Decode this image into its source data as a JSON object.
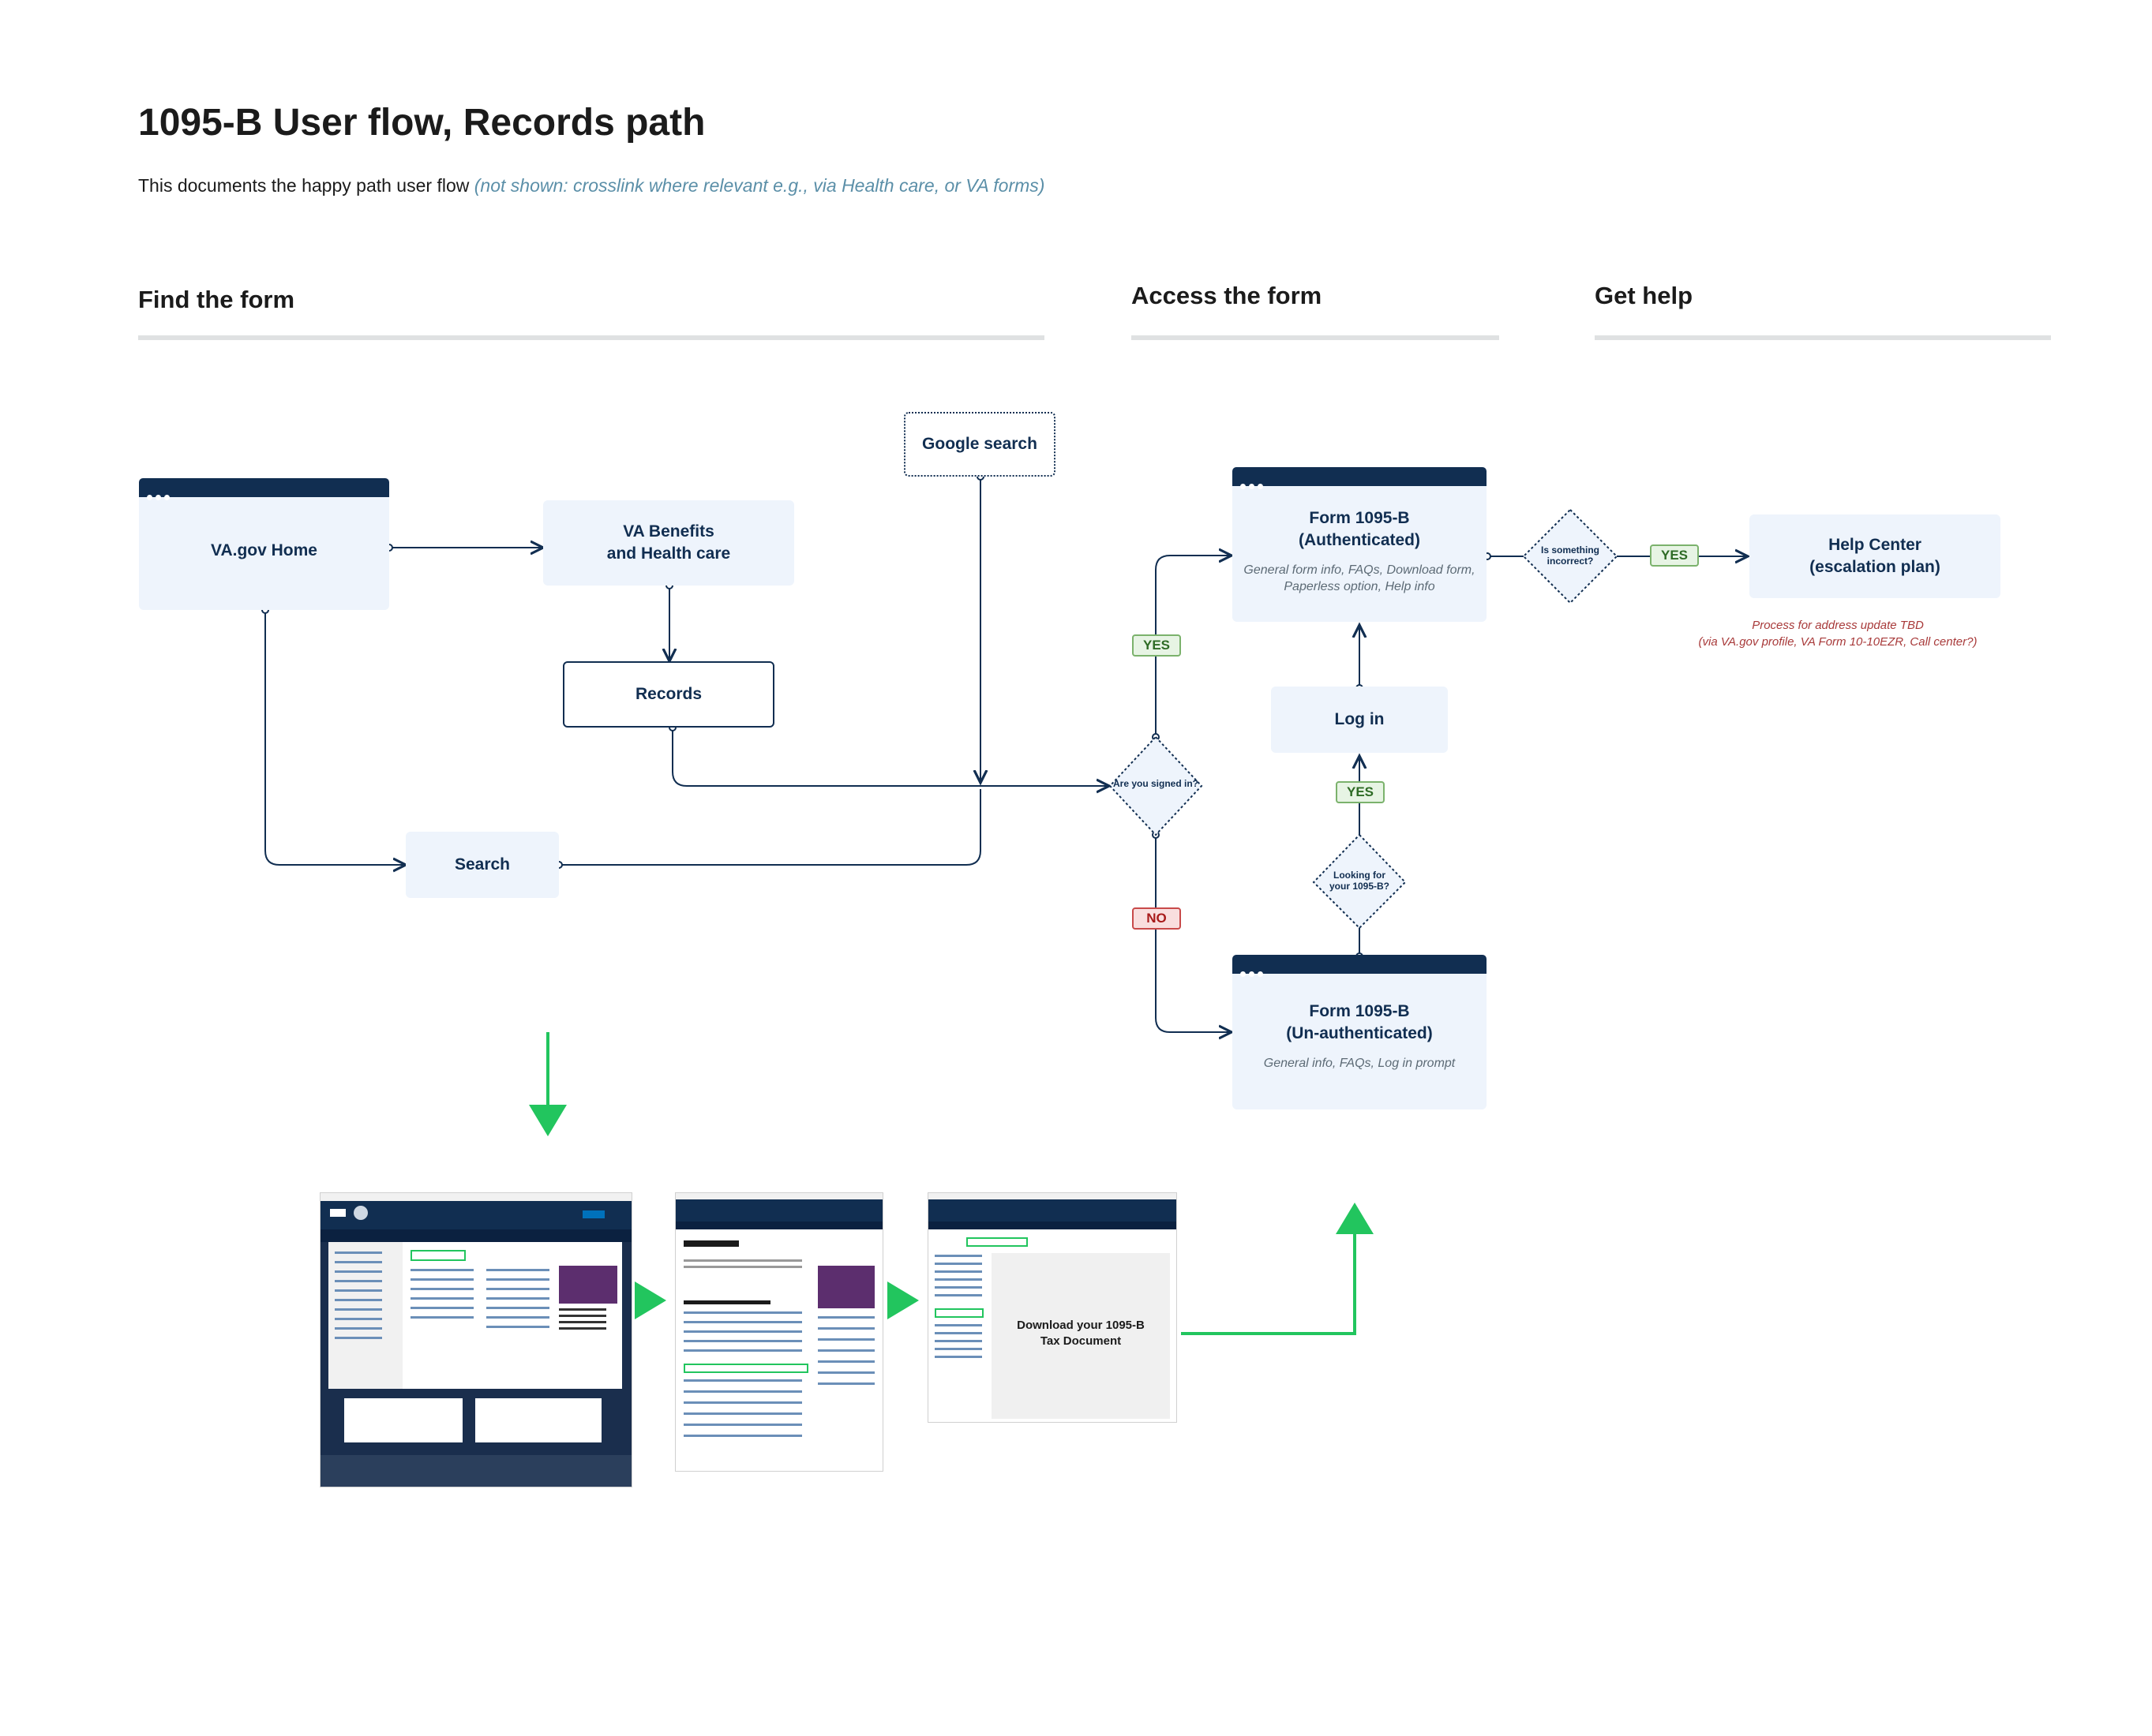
{
  "header": {
    "title": "1095-B User flow, Records path",
    "subtitle_main": "This documents the happy path user flow",
    "subtitle_note": "(not shown: crosslink where relevant e.g., via Health care, or VA forms)"
  },
  "sections": {
    "find": "Find the form",
    "access": "Access the form",
    "help": "Get help"
  },
  "nodes": {
    "va_home": "VA.gov Home",
    "va_benefits": "VA Benefits",
    "va_benefits_2": "and Health care",
    "records": "Records",
    "google": "Google search",
    "search": "Search",
    "signed_in": "Are you signed in?",
    "form_auth_1": "Form 1095-B",
    "form_auth_2": "(Authenticated)",
    "form_auth_sub_1": "General form info, FAQs, Download form,",
    "form_auth_sub_2": "Paperless option, Help info",
    "login": "Log in",
    "looking_1": "Looking for",
    "looking_2": "your 1095-B?",
    "form_unauth_1": "Form 1095-B",
    "form_unauth_2": "(Un-authenticated)",
    "form_unauth_sub": "General info, FAQs, Log in prompt",
    "incorrect_1": "Is something",
    "incorrect_2": "incorrect?",
    "help_center_1": "Help Center",
    "help_center_2": "(escalation plan)"
  },
  "labels": {
    "yes": "YES",
    "no": "NO"
  },
  "help_note": {
    "line1": "Process for address update TBD",
    "line2": "(via VA.gov profile, VA Form 10-10EZR, Call center?)"
  },
  "thumbnails": {
    "download_title_1": "Download your 1095-B",
    "download_title_2": "Tax Document"
  },
  "colors": {
    "navy": "#112e51",
    "node_fill": "#eef4fc",
    "green_arrow": "#22c55e",
    "yes_green": "#2e6b25",
    "no_red": "#a81a1a"
  }
}
